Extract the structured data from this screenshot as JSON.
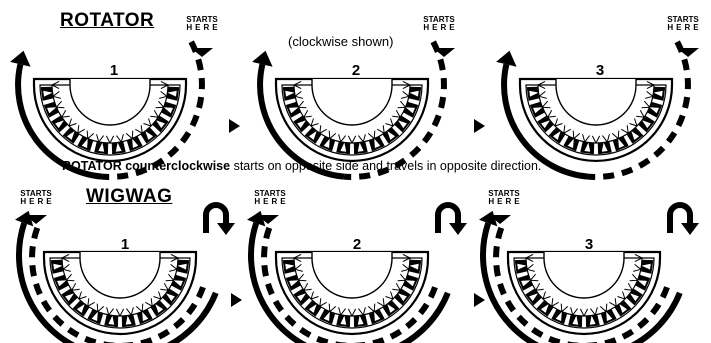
{
  "rotator": {
    "title": "ROTATOR",
    "starts_line1": "STARTS",
    "starts_line2": "HERE",
    "note": "(clockwise shown)",
    "steps": [
      "1",
      "2",
      "3"
    ]
  },
  "caption": {
    "bold": "ROTATOR counterclockwise",
    "rest": " starts on opposite side and travels in opposite direction."
  },
  "wigwag": {
    "title": "WIGWAG",
    "starts_line1": "STARTS",
    "starts_line2": "HERE",
    "steps": [
      "1",
      "2",
      "3"
    ]
  },
  "colors": {
    "ink": "#000000",
    "paper": "#ffffff"
  }
}
